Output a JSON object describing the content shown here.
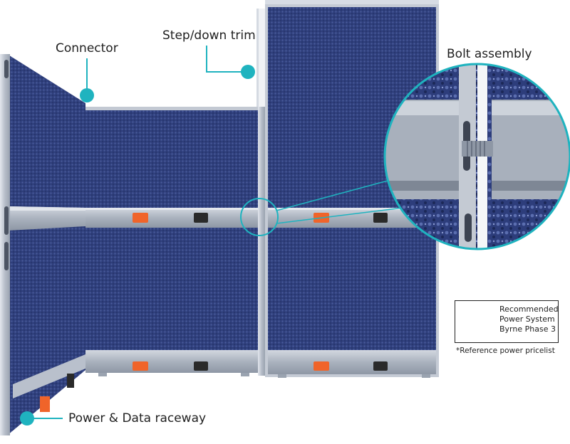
{
  "callouts": {
    "connector": "Connector",
    "step_down_trim": "Step/down trim",
    "bolt_assembly": "Bolt assembly",
    "power_data_raceway": "Power & Data raceway"
  },
  "legend": {
    "line1": "Recommended",
    "line2": "Power System",
    "line3": "Byrne Phase 3",
    "footnote": "*Reference power pricelist"
  },
  "colors": {
    "fabric": "#2e3e7a",
    "fabric_dark": "#243264",
    "frame": "#b9c0cc",
    "raceway": "#a9b1bd",
    "accent_teal": "#1fb3bf",
    "outlet_orange": "#f0642a",
    "data_port": "#2a2a2a"
  },
  "icons": {
    "outlet_box": "power-outlet-box-icon"
  }
}
